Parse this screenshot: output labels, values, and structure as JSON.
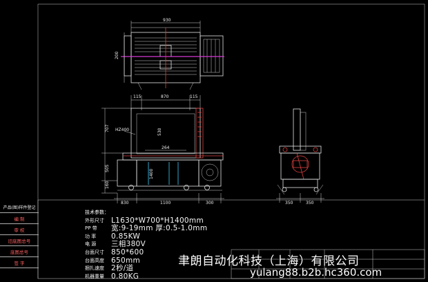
{
  "drawing": {
    "top_view": {
      "overall_dim": "930",
      "left_dim": "200"
    },
    "front_view": {
      "top_dims": [
        "115",
        "870",
        "115"
      ],
      "left_dims": [
        "707",
        "505",
        "160"
      ],
      "bottom_dims": [
        "830",
        "1100",
        "300"
      ],
      "inner_dims": [
        "530",
        "264",
        "1400"
      ]
    },
    "side_view": {
      "bottom_dims": [
        "350",
        "350"
      ]
    }
  },
  "title_block": {
    "header": "产品(图)样件登记",
    "rows": [
      "编  制",
      "审  校",
      "旧底图总号",
      "底图总号",
      "签  字"
    ]
  },
  "specs": {
    "heading": "技术参数：",
    "items": [
      {
        "label": "外形尺寸",
        "value": "L1630*W700*H1400mm"
      },
      {
        "label": "PP  带",
        "value": "宽:9-19mm  厚:0.5-1.0mm"
      },
      {
        "label": "功  率",
        "value": "0.85KW"
      },
      {
        "label": "电  源",
        "value": "三相380V"
      },
      {
        "label": "台面尺寸",
        "value": "850*600"
      },
      {
        "label": "台面高度",
        "value": "650mm"
      },
      {
        "label": "捆扎速度",
        "value": "2秒/道"
      },
      {
        "label": "机器重量",
        "value": "0.80KG"
      }
    ]
  },
  "watermark": {
    "company": "聿朗自动化科技（上海）有限公司",
    "url": "yulang88.b2b.hc360.com"
  }
}
